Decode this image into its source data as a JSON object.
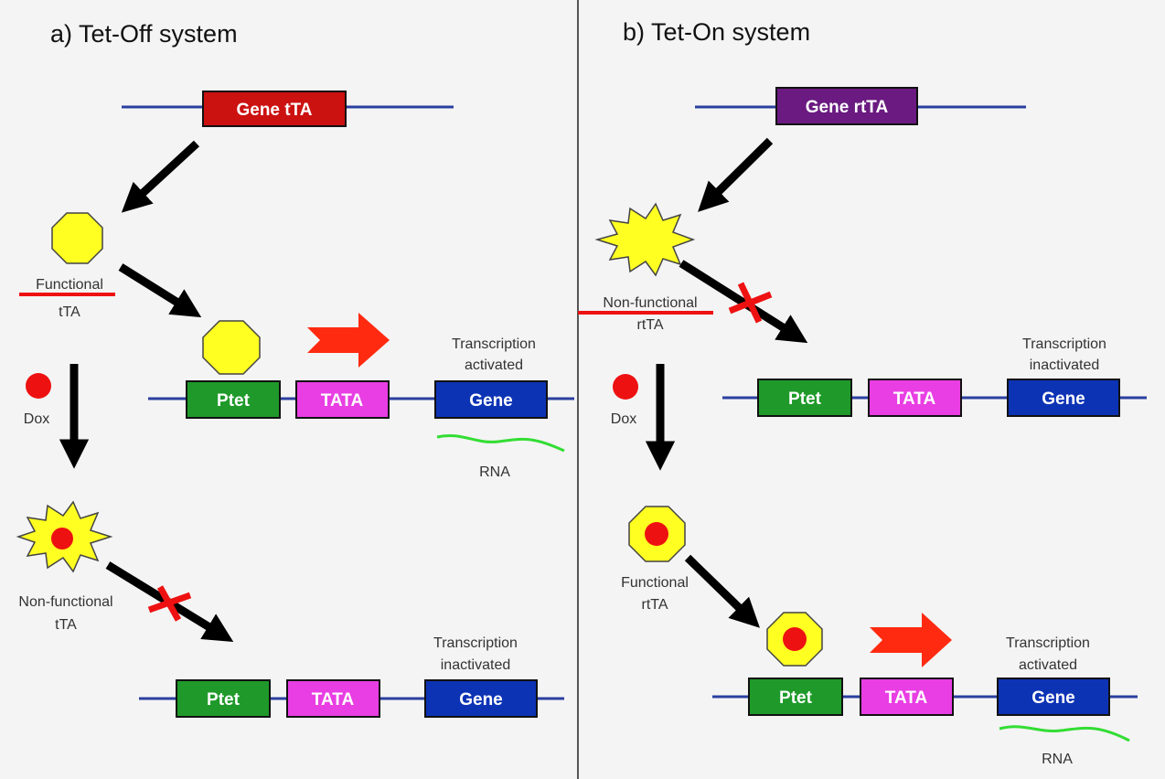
{
  "panels": {
    "tet_off": {
      "title": "a) Tet-Off system",
      "source_gene": "Gene tTA",
      "state1_label": [
        "Functional",
        "tTA"
      ],
      "dox_label": "Dox",
      "active_row": {
        "promoter": "Ptet",
        "tata": "TATA",
        "gene": "Gene",
        "status": [
          "Transcription",
          "activated"
        ],
        "product": "RNA"
      },
      "state2_label": [
        "Non-functional",
        "tTA"
      ],
      "inactive_row": {
        "promoter": "Ptet",
        "tata": "TATA",
        "gene": "Gene",
        "status": [
          "Transcription",
          "inactivated"
        ]
      }
    },
    "tet_on": {
      "title": "b) Tet-On system",
      "source_gene": "Gene rtTA",
      "state1_label": [
        "Non-functional",
        "rtTA"
      ],
      "dox_label": "Dox",
      "inactive_row": {
        "promoter": "Ptet",
        "tata": "TATA",
        "gene": "Gene",
        "status": [
          "Transcription",
          "inactivated"
        ]
      },
      "state2_label": [
        "Functional",
        "rtTA"
      ],
      "active_row": {
        "promoter": "Ptet",
        "tata": "TATA",
        "gene": "Gene",
        "status": [
          "Transcription",
          "activated"
        ],
        "product": "RNA"
      }
    }
  },
  "colors": {
    "dna_line": "#2a3fa0",
    "ptet": "#1f9a2a",
    "tata": "#e83ee3",
    "gene": "#0d33b5",
    "gene_tta": "#cc1111",
    "gene_rtta": "#6a1a80",
    "protein": "#ffff22",
    "dox": "#ee1111",
    "block_arrow": "#ff2a10",
    "rna": "#33dd33",
    "block_x": "#ee1111",
    "strike": "#ee1111"
  }
}
